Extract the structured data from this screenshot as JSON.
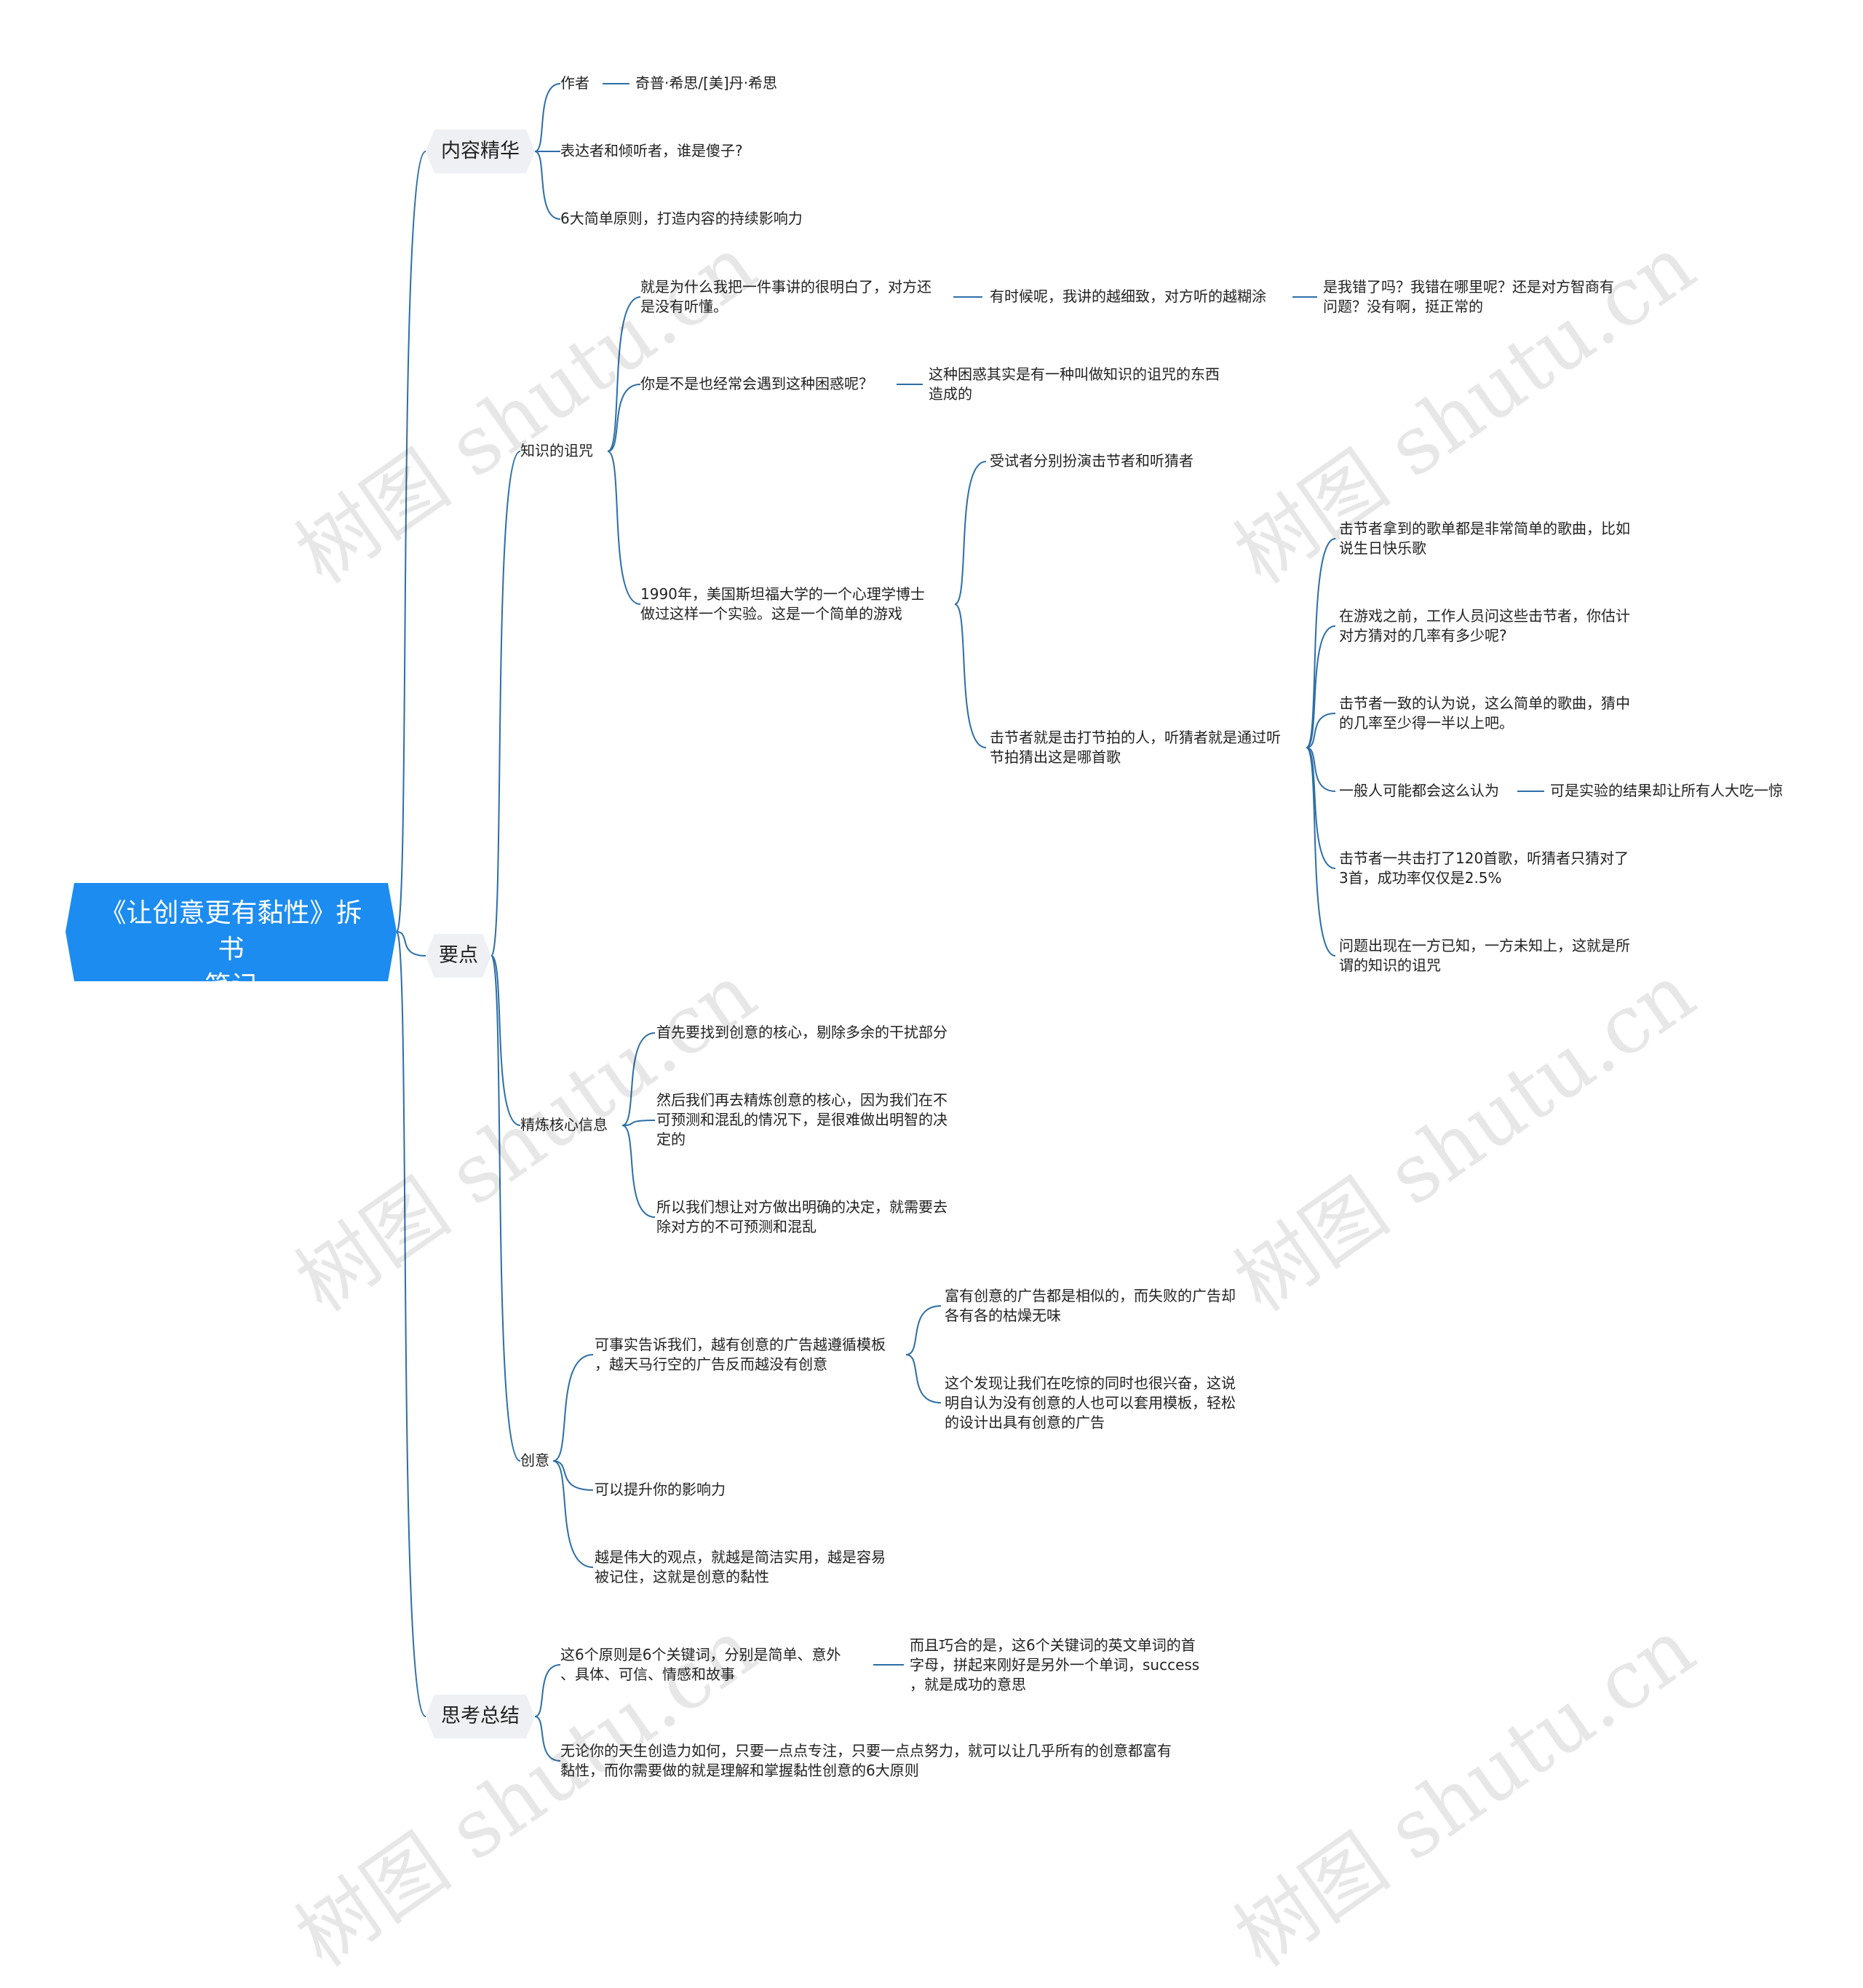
{
  "colors": {
    "line": "#2d6ea6",
    "root_fill": "#1c8cf0",
    "l1_fill": "#eef0f3"
  },
  "watermark": "树图 shutu.cn",
  "root": "《让创意更有黏性》拆书\n笔记",
  "branches": {
    "content": {
      "label": "内容精华",
      "author": "作者",
      "author_name": "奇普·希思/[美]丹·希思",
      "q1": "表达者和倾听者，谁是傻子?",
      "q2": "6大简单原则，打造内容的持续影响力"
    },
    "keypoints": {
      "label": "要点",
      "curse": {
        "label": "知识的诅咒",
        "a": "就是为什么我把一件事讲的很明白了，对方还\n是没有听懂。",
        "a1": "有时候呢，我讲的越细致，对方听的越糊涂",
        "a2": "是我错了吗？我错在哪里呢？还是对方智商有\n问题？没有啊，挺正常的",
        "b": "你是不是也经常会遇到这种困惑呢？",
        "b1": "这种困惑其实是有一种叫做知识的诅咒的东西\n造成的",
        "c": "1990年，美国斯坦福大学的一个心理学博士\n做过这样一个实验。这是一个简单的游戏",
        "c1": "受试者分别扮演击节者和听猜者",
        "c2": "击节者就是击打节拍的人，听猜者就是通过听\n节拍猜出这是哪首歌",
        "d1": "击节者拿到的歌单都是非常简单的歌曲，比如\n说生日快乐歌",
        "d2": "在游戏之前，工作人员问这些击节者，你估计\n对方猜对的几率有多少呢?",
        "d3": "击节者一致的认为说，这么简单的歌曲，猜中\n的几率至少得一半以上吧。",
        "d4": "一般人可能都会这么认为",
        "d4a": "可是实验的结果却让所有人大吃一惊",
        "d5": "击节者一共击打了120首歌，听猜者只猜对了\n3首，成功率仅仅是2.5%",
        "d6": "问题出现在一方已知，一方未知上，这就是所\n谓的知识的诅咒"
      },
      "refine": {
        "label": "精炼核心信息",
        "a": "首先要找到创意的核心，剔除多余的干扰部分",
        "b": "然后我们再去精炼创意的核心，因为我们在不\n可预测和混乱的情况下，是很难做出明智的决\n定的",
        "c": "所以我们想让对方做出明确的决定，就需要去\n除对方的不可预测和混乱"
      },
      "idea": {
        "label": "创意",
        "a": "可事实告诉我们，越有创意的广告越遵循模板\n，越天马行空的广告反而越没有创意",
        "a1": "富有创意的广告都是相似的，而失败的广告却\n各有各的枯燥无味",
        "a2": "这个发现让我们在吃惊的同时也很兴奋，这说\n明自认为没有创意的人也可以套用模板，轻松\n的设计出具有创意的广告",
        "b": "可以提升你的影响力",
        "c": "越是伟大的观点，就越是简洁实用，越是容易\n被记住，这就是创意的黏性"
      }
    },
    "summary": {
      "label": "思考总结",
      "a": "这6个原则是6个关键词，分别是简单、意外\n、具体、可信、情感和故事",
      "a1": "而且巧合的是，这6个关键词的英文单词的首\n字母，拼起来刚好是另外一个单词，success\n，就是成功的意思",
      "b": "无论你的天生创造力如何，只要一点点专注，只要一点点努力，就可以让几乎所有的创意都富有\n黏性，而你需要做的就是理解和掌握黏性创意的6大原则"
    }
  }
}
